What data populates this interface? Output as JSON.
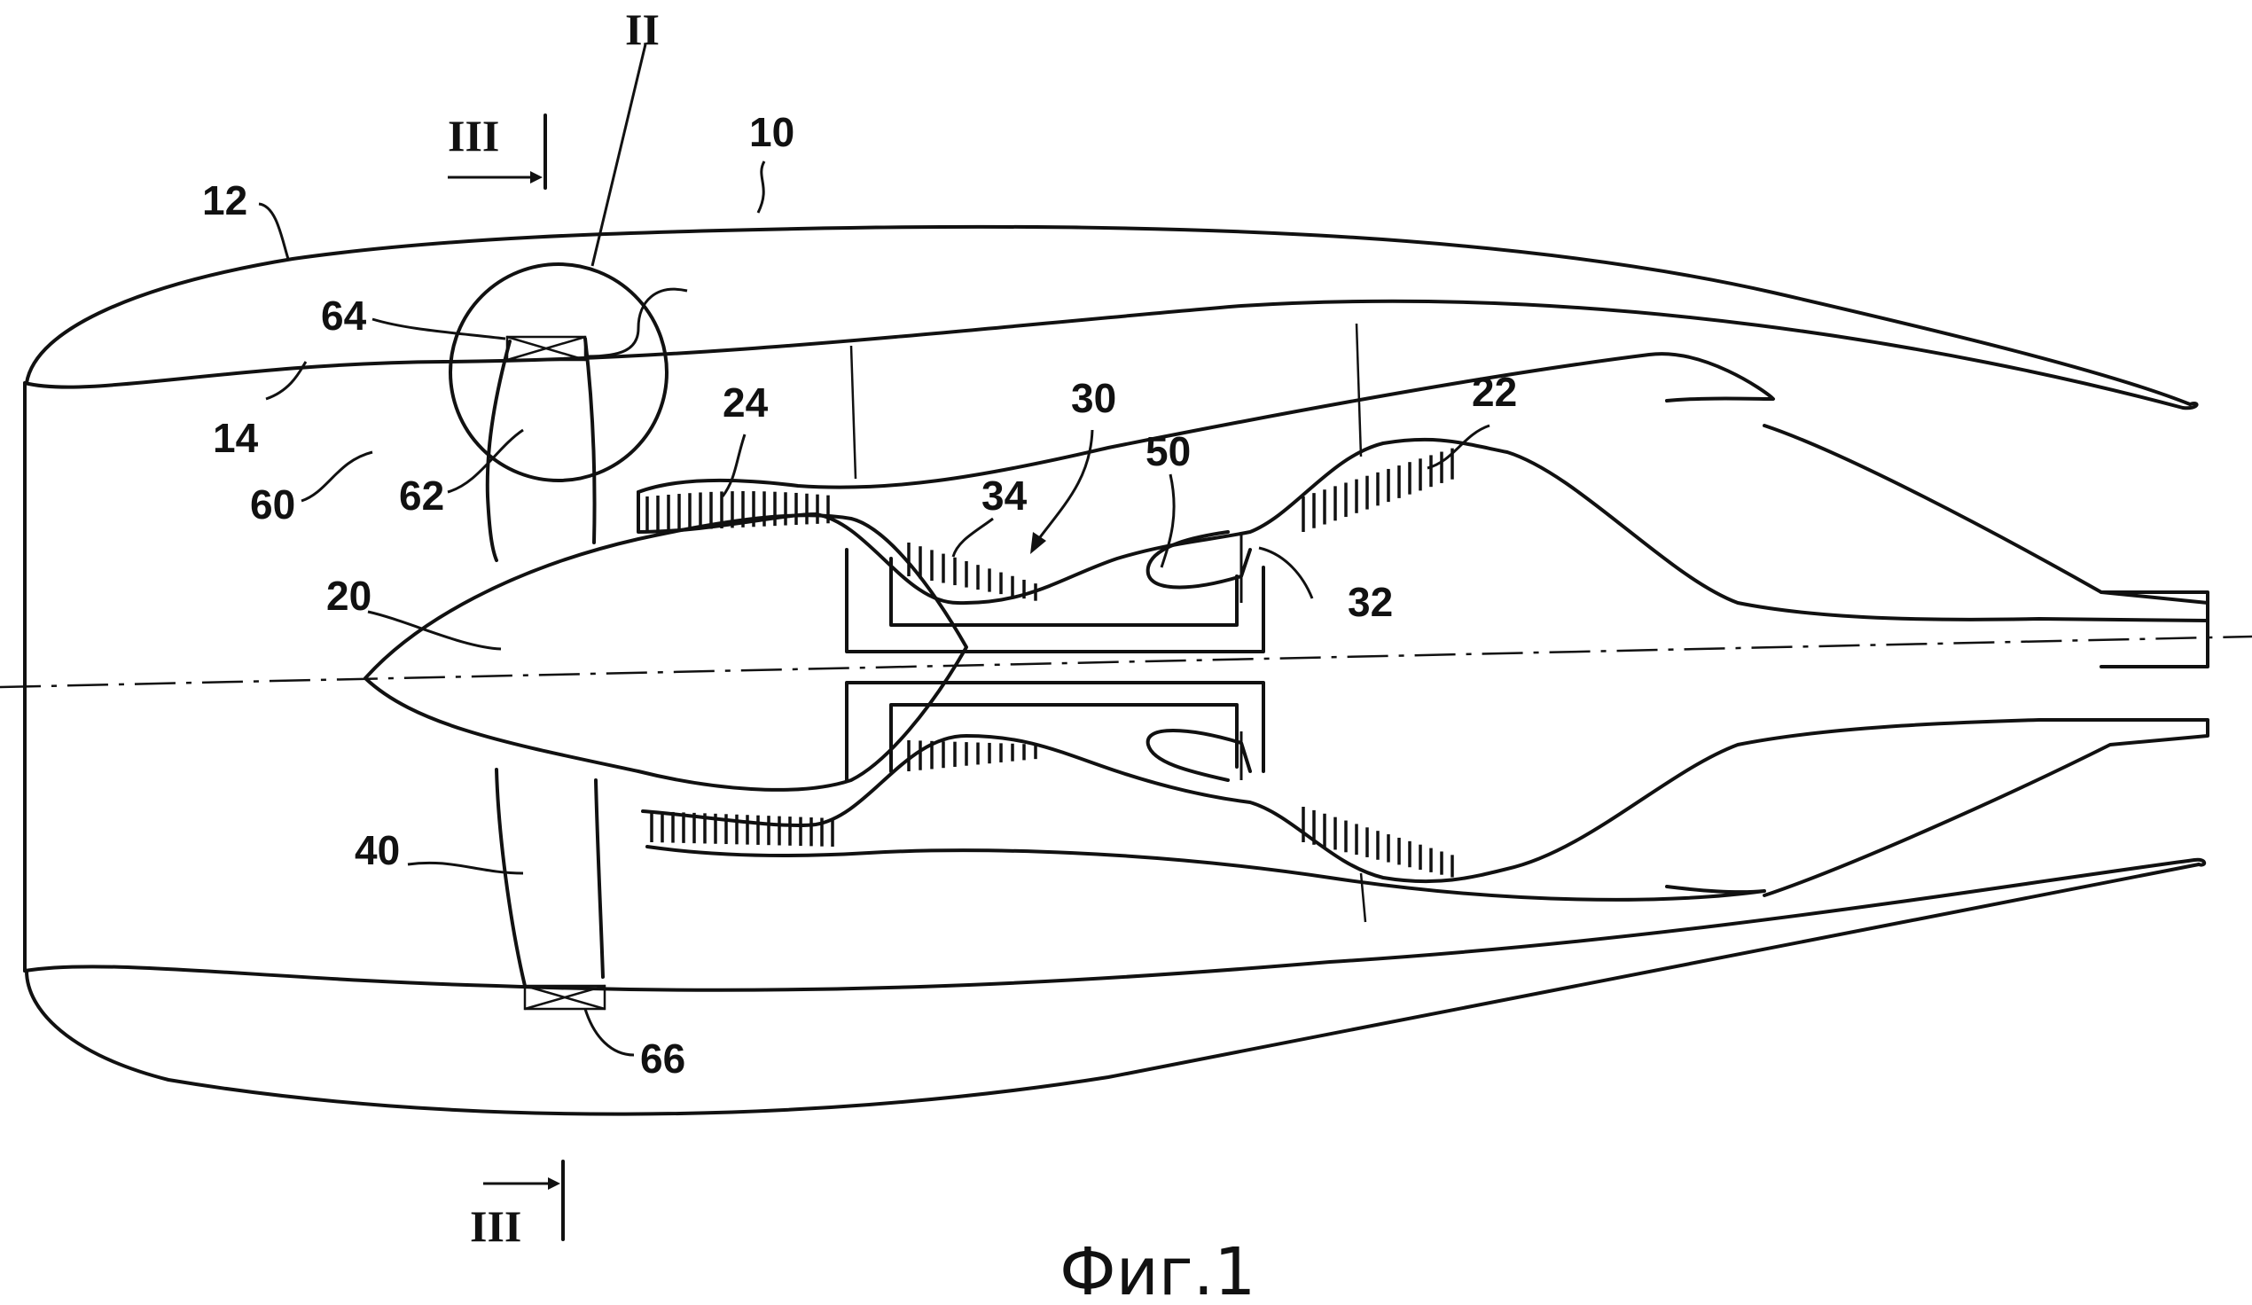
{
  "figure": {
    "caption": "Фиг.1",
    "detail_marker": "II",
    "section_marker_top": "III",
    "section_marker_bottom": "III"
  },
  "callouts": {
    "c10": "10",
    "c12": "12",
    "c14": "14",
    "c20": "20",
    "c22": "22",
    "c24": "24",
    "c30": "30",
    "c32": "32",
    "c34": "34",
    "c40": "40",
    "c50": "50",
    "c60": "60",
    "c62": "62",
    "c64": "64",
    "c66": "66"
  }
}
